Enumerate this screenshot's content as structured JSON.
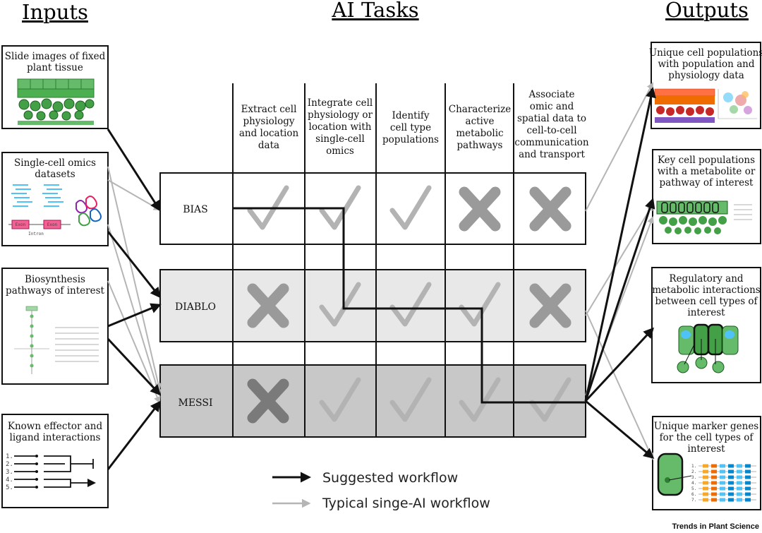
{
  "headings": {
    "inputs": "Inputs",
    "tasks": "AI Tasks",
    "outputs": "Outputs"
  },
  "inputs": [
    {
      "lines": [
        "Slide images of fixed",
        "plant tissue"
      ]
    },
    {
      "lines": [
        "Single-cell omics",
        "datasets"
      ],
      "exon": "Exon",
      "intron": "Intron"
    },
    {
      "lines": [
        "Biosynthesis",
        "pathways of interest"
      ]
    },
    {
      "lines": [
        "Known effector and",
        "ligand interactions"
      ],
      "numbers": [
        "1.",
        "2.",
        "3.",
        "4.",
        "5."
      ]
    }
  ],
  "tasks": [
    {
      "lines": [
        "Extract cell",
        "physiology",
        "and location",
        "data"
      ]
    },
    {
      "lines": [
        "Integrate cell",
        "physiology or",
        "location with",
        "single-cell",
        "omics"
      ]
    },
    {
      "lines": [
        "Identify",
        "cell type",
        "populations"
      ]
    },
    {
      "lines": [
        "Characterize",
        "active",
        "metabolic",
        "pathways"
      ]
    },
    {
      "lines": [
        "Associate",
        "omic and",
        "spatial data to",
        "cell-to-cell",
        "communication",
        "and transport"
      ]
    }
  ],
  "methods": [
    {
      "name": "BIAS",
      "fill": "#ffffff",
      "marks": [
        "check",
        "check",
        "check",
        "cross",
        "cross"
      ]
    },
    {
      "name": "DIABLO",
      "fill": "#e8e8e8",
      "marks": [
        "cross",
        "check",
        "check",
        "check",
        "cross"
      ]
    },
    {
      "name": "MESSI",
      "fill": "#c8c8c8",
      "marks": [
        "cross",
        "check",
        "check",
        "check",
        "check"
      ]
    }
  ],
  "outputs": [
    {
      "lines": [
        "Unique cell populations",
        "with population and",
        "physiology data"
      ]
    },
    {
      "lines": [
        "Key cell populations",
        "with a metabolite or",
        "pathway of interest"
      ]
    },
    {
      "lines": [
        "Regulatory and",
        "metabolic interactions",
        "between cell types of",
        "interest"
      ]
    },
    {
      "lines": [
        "Unique marker genes",
        "for the cell types of",
        "interest"
      ],
      "numbers": [
        "1.",
        "2.",
        "3.",
        "4.",
        "5.",
        "6.",
        "7."
      ]
    }
  ],
  "legend": {
    "suggested": "Suggested workflow",
    "typical": "Typical singe-AI workflow"
  },
  "credit": "Trends in Plant Science",
  "colors": {
    "suggested": "#111111",
    "typical": "#b5b5b5",
    "check": "#b3b3b3",
    "cross_light": "#9a9a9a",
    "cross_dark": "#7a7a7a",
    "plant_green": "#4caf50",
    "plant_dark": "#2e7d32"
  }
}
